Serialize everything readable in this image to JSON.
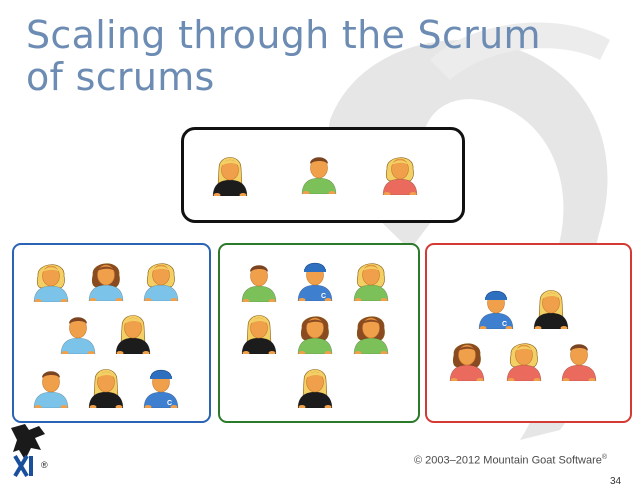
{
  "slide": {
    "title_line1": "Scaling through the Scrum",
    "title_line2": "of scrums",
    "copyright": "© 2003–2012 Mountain Goat Software",
    "registered_mark": "®",
    "logo_registered": "®",
    "page_number": "34",
    "captain_letter": "C"
  },
  "colors": {
    "title": "#6d8cb3",
    "blue_team_border": "#2a63b4",
    "green_team_border": "#2a7a2a",
    "red_team_border": "#d43a33",
    "top_team_border": "#111111"
  },
  "teams": {
    "scrum_of_scrums": [
      "scrum-master-dark",
      "man-green",
      "woman-blonde-red"
    ],
    "blue_team": [
      "woman-blonde-blue",
      "woman-brunette-blue",
      "woman-blonde-blue",
      "man-blue",
      "scrum-master-dark",
      "man-blue",
      "scrum-master-dark",
      "captain-blue"
    ],
    "green_team": [
      "man-green",
      "captain-blue",
      "woman-blonde-green",
      "scrum-master-dark",
      "woman-brunette-green",
      "woman-brunette-green",
      "scrum-master-dark"
    ],
    "red_team": [
      "captain-blue",
      "scrum-master-dark",
      "woman-brunette-red",
      "woman-blonde-red",
      "man-red"
    ]
  }
}
